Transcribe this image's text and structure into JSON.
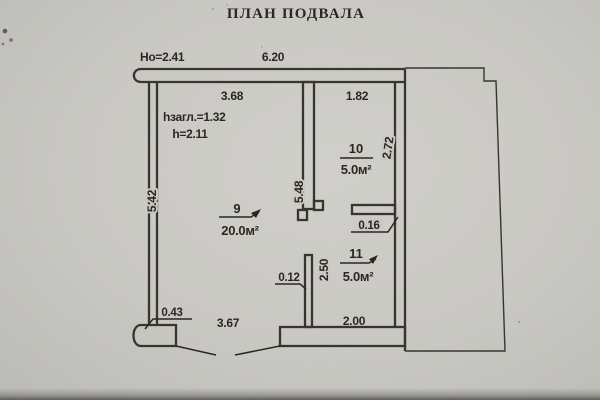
{
  "title": "ПЛАН ПОДВАЛА",
  "plan": {
    "heights": {
      "ho": "Но=2.41",
      "h_zagl": "hзагл.=1.32",
      "h": "h=2.11"
    },
    "dims": {
      "top_total": "6.20",
      "top_left": "3.68",
      "top_right": "1.82",
      "left_wall": "5.42",
      "mid_wall": "5.48",
      "right_upper": "2.72",
      "stub_016": "0.16",
      "stub_012": "0.12",
      "mid_lower": "2.50",
      "block_043": "0.43",
      "bottom_opening": "3.67",
      "bottom_right": "2.00"
    },
    "rooms": [
      {
        "number": "9",
        "area": "20.0м²"
      },
      {
        "number": "10",
        "area": "5.0м²"
      },
      {
        "number": "11",
        "area": "5.0м²"
      }
    ]
  },
  "colors": {
    "paper": "#cac9c4",
    "ink": "#26231f",
    "line": "#33302b"
  }
}
